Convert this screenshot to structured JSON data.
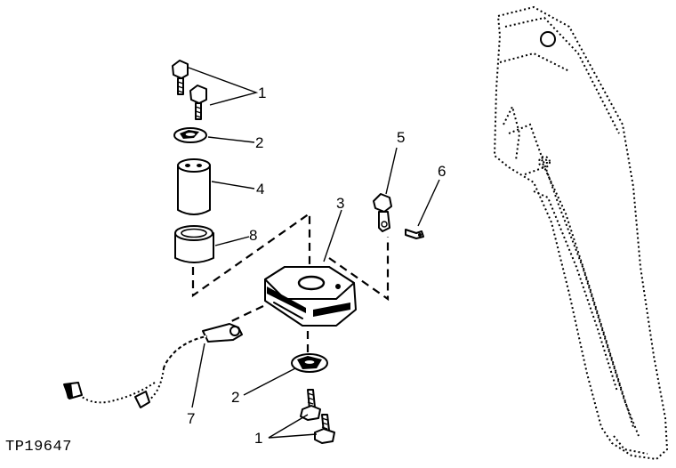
{
  "figure_id": "TP19647",
  "callouts": {
    "c1_top": "1",
    "c2_top": "2",
    "c3": "3",
    "c4": "4",
    "c5": "5",
    "c6": "6",
    "c7": "7",
    "c8": "8",
    "c2_bottom": "2",
    "c1_bottom": "1"
  }
}
